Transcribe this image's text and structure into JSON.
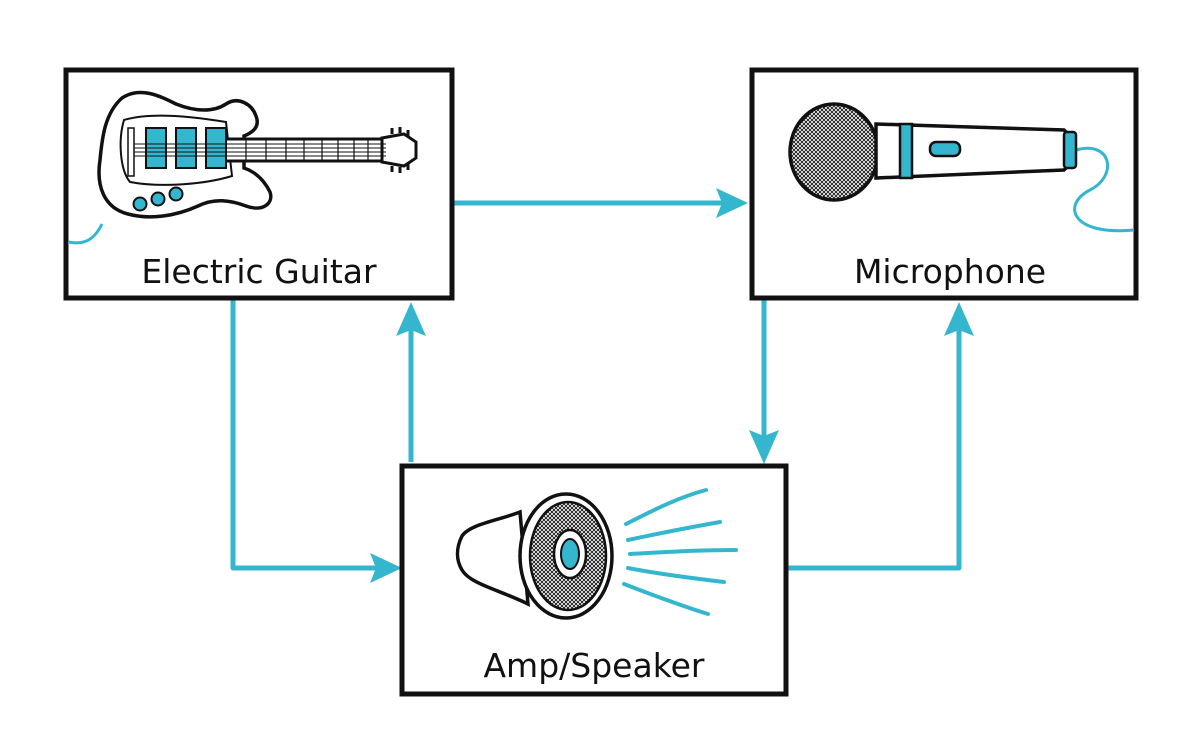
{
  "colors": {
    "connector": "#35B6CF",
    "accent": "#35B6CF",
    "outline": "#111111",
    "background": "#ffffff"
  },
  "nodes": {
    "guitar": {
      "label": "Electric Guitar",
      "icon": "electric-guitar-icon"
    },
    "microphone": {
      "label": "Microphone",
      "icon": "microphone-icon"
    },
    "amp": {
      "label": "Amp/Speaker",
      "icon": "speaker-icon"
    }
  },
  "edges": [
    {
      "from": "guitar",
      "to": "microphone"
    },
    {
      "from": "guitar",
      "to": "amp"
    },
    {
      "from": "amp",
      "to": "guitar"
    },
    {
      "from": "microphone",
      "to": "amp"
    },
    {
      "from": "amp",
      "to": "microphone"
    }
  ]
}
